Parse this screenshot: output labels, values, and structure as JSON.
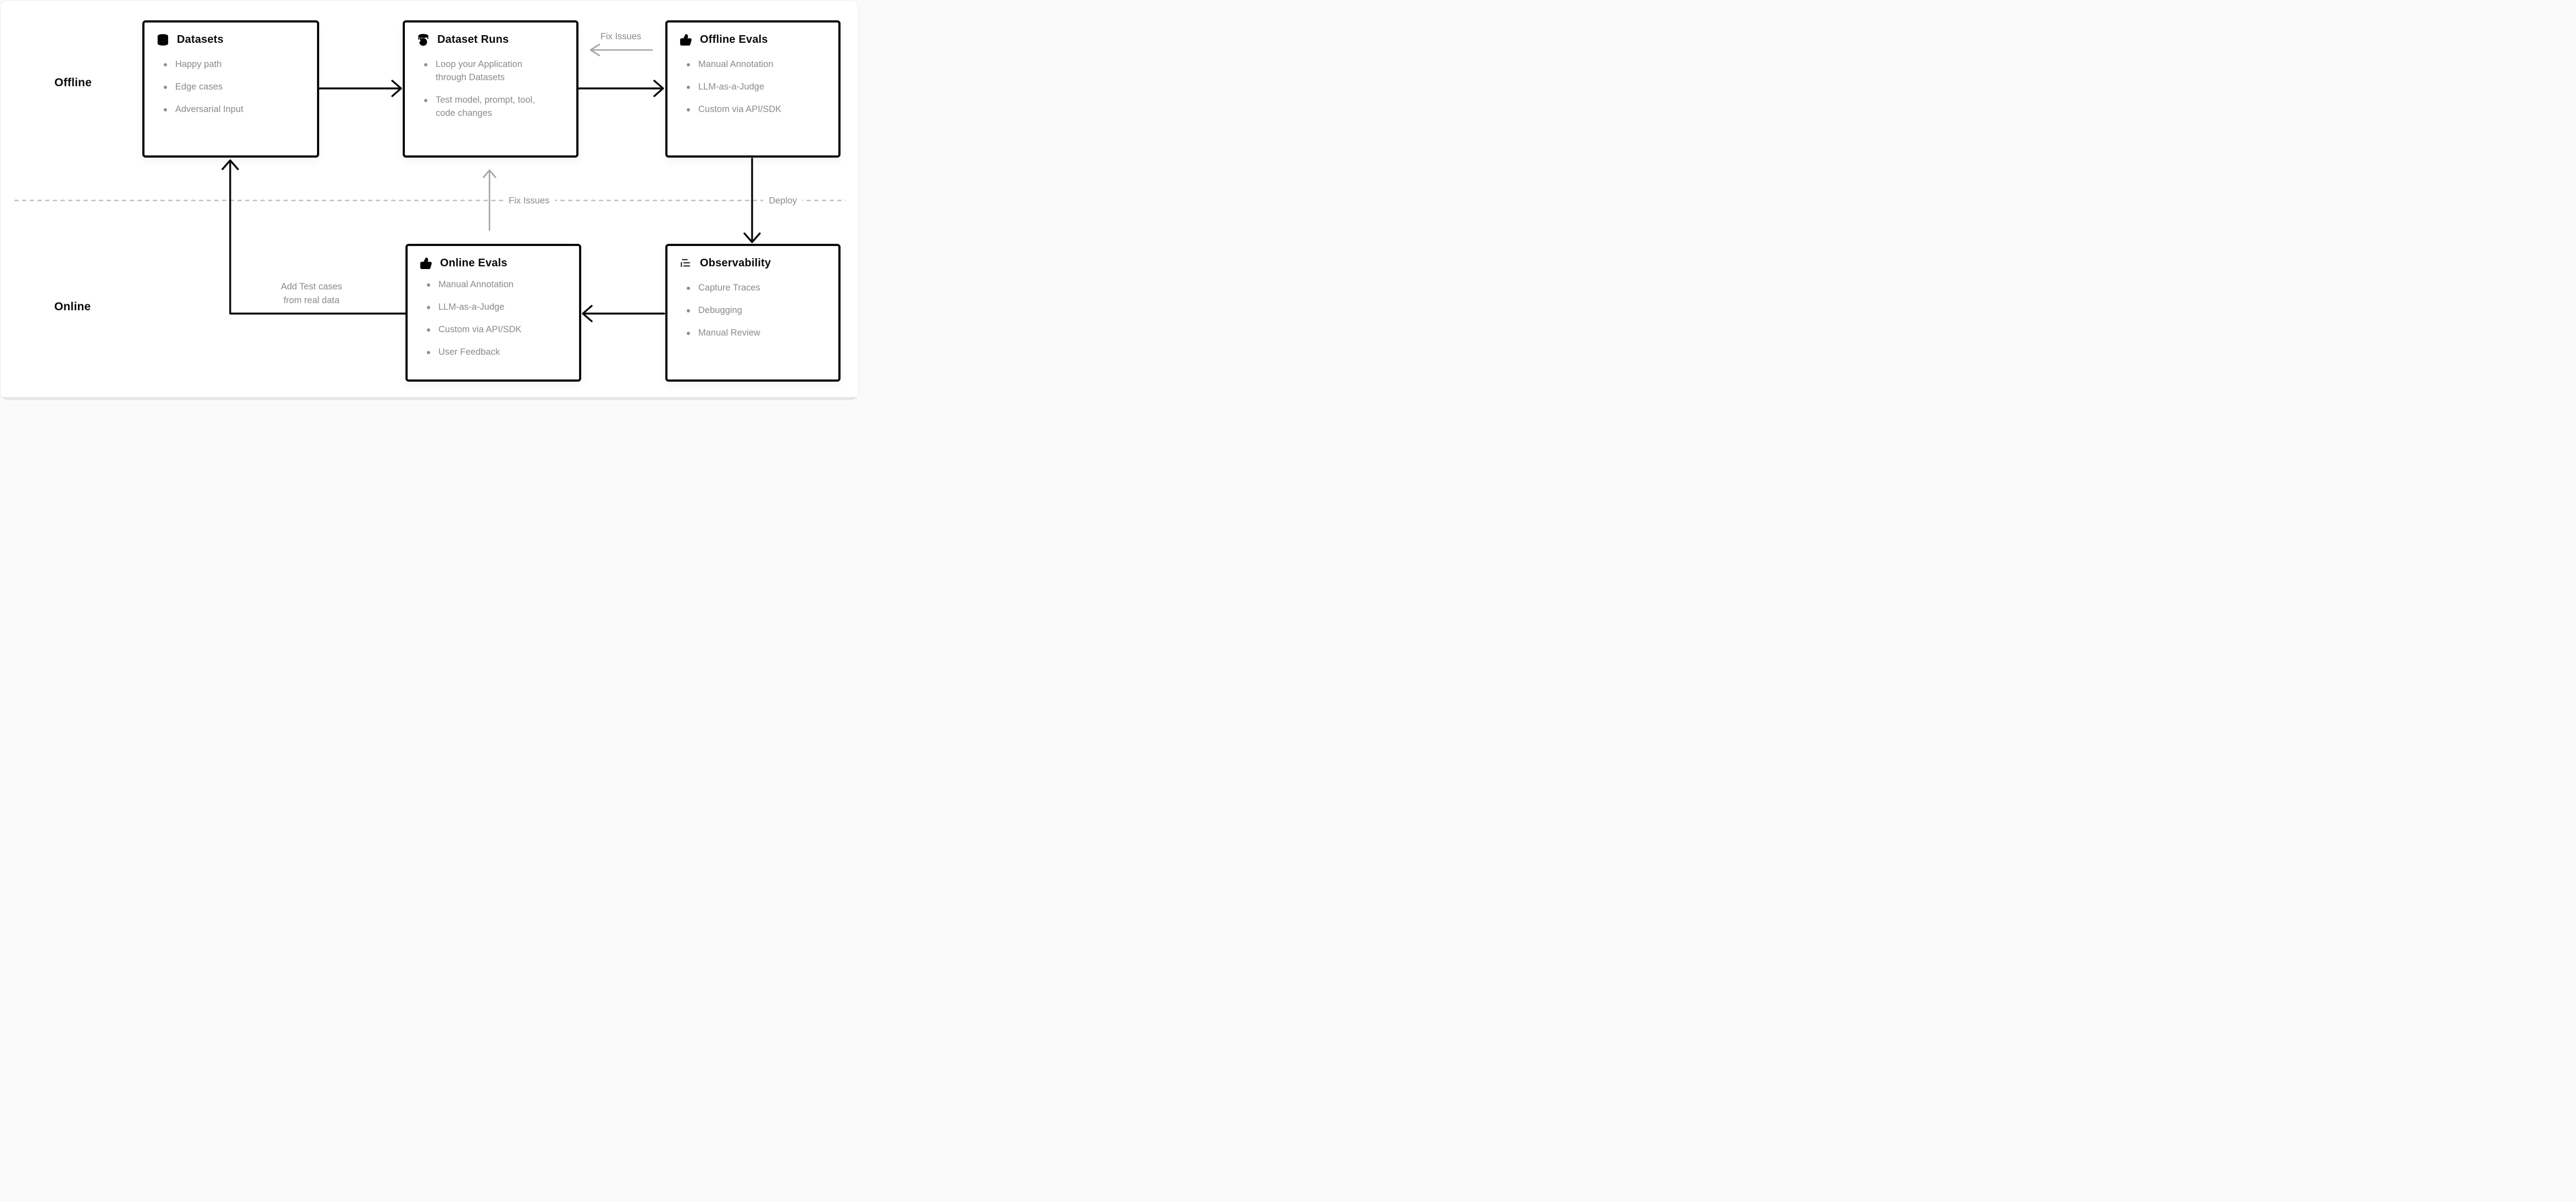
{
  "sections": {
    "offline": "Offline",
    "online": "Online"
  },
  "boxes": [
    {
      "id": "datasets",
      "icon": "database-icon",
      "title": "Datasets",
      "items": [
        "Happy path",
        "Edge cases",
        "Adversarial Input"
      ]
    },
    {
      "id": "dataset-runs",
      "icon": "database-refresh-icon",
      "title": "Dataset Runs",
      "items": [
        "Loop your Application through Datasets",
        "Test model, prompt, tool, code changes"
      ]
    },
    {
      "id": "offline-evals",
      "icon": "thumbs-up-icon",
      "title": "Offline Evals",
      "items": [
        "Manual Annotation",
        "LLM-as-a-Judge",
        "Custom via API/SDK"
      ]
    },
    {
      "id": "online-evals",
      "icon": "thumbs-up-icon",
      "title": "Online Evals",
      "items": [
        "Manual Annotation",
        "LLM-as-a-Judge",
        "Custom via API/SDK",
        "User Feedback"
      ]
    },
    {
      "id": "observability",
      "icon": "logs-icon",
      "title": "Observability",
      "items": [
        "Capture Traces",
        "Debugging",
        "Manual Review"
      ]
    }
  ],
  "edges": {
    "fix_issues_top": "Fix Issues",
    "fix_issues_middle": "Fix Issues",
    "deploy": "Deploy",
    "add_test_cases_line1": "Add Test cases",
    "add_test_cases_line2": "from real data"
  },
  "colors": {
    "background": "#ffffff",
    "box_border": "#0a0a0a",
    "title_text": "#0a0a0a",
    "bullet_text": "#8a8a8a",
    "gray_label": "#8a8a8a",
    "black_arrow": "#0a0a0a",
    "gray_arrow": "#a3a3a3",
    "dashed_line": "#c2c2c2",
    "bottom_strip": "#e7e7e9"
  }
}
